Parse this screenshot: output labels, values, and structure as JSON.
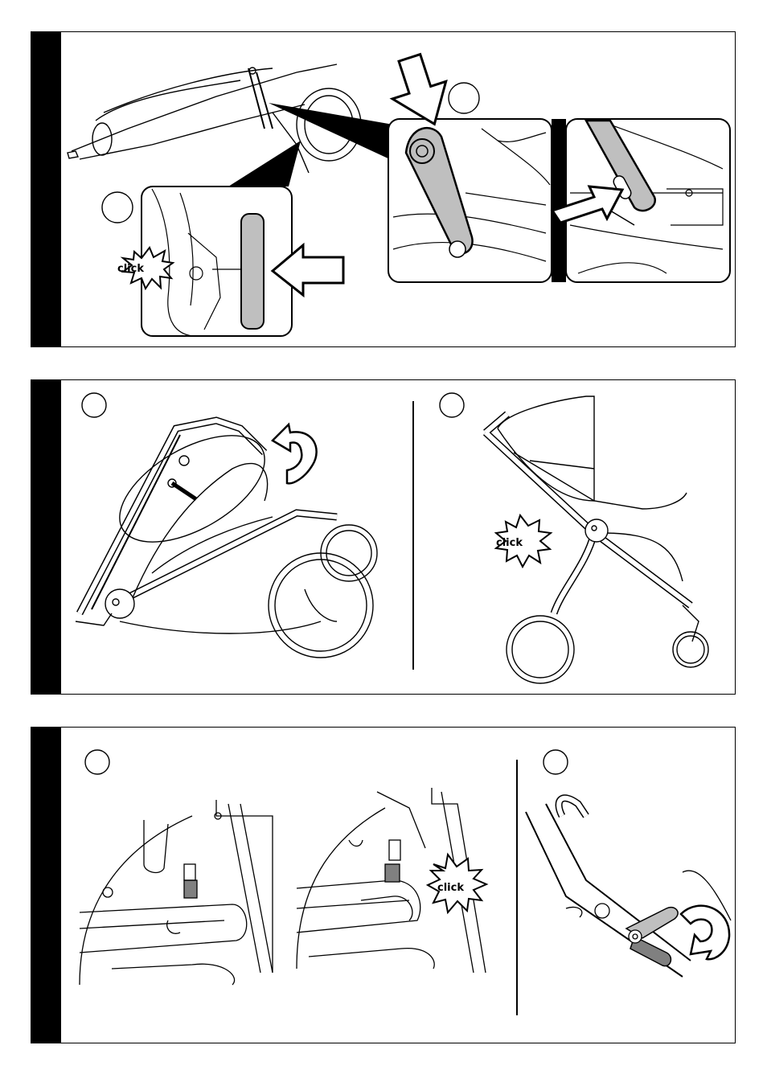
{
  "panels": [
    {
      "id": "fold-release",
      "callouts": [
        "click"
      ]
    },
    {
      "id": "unfold",
      "callouts": [
        "click"
      ]
    },
    {
      "id": "lock-check",
      "callouts": [
        "click"
      ]
    }
  ]
}
